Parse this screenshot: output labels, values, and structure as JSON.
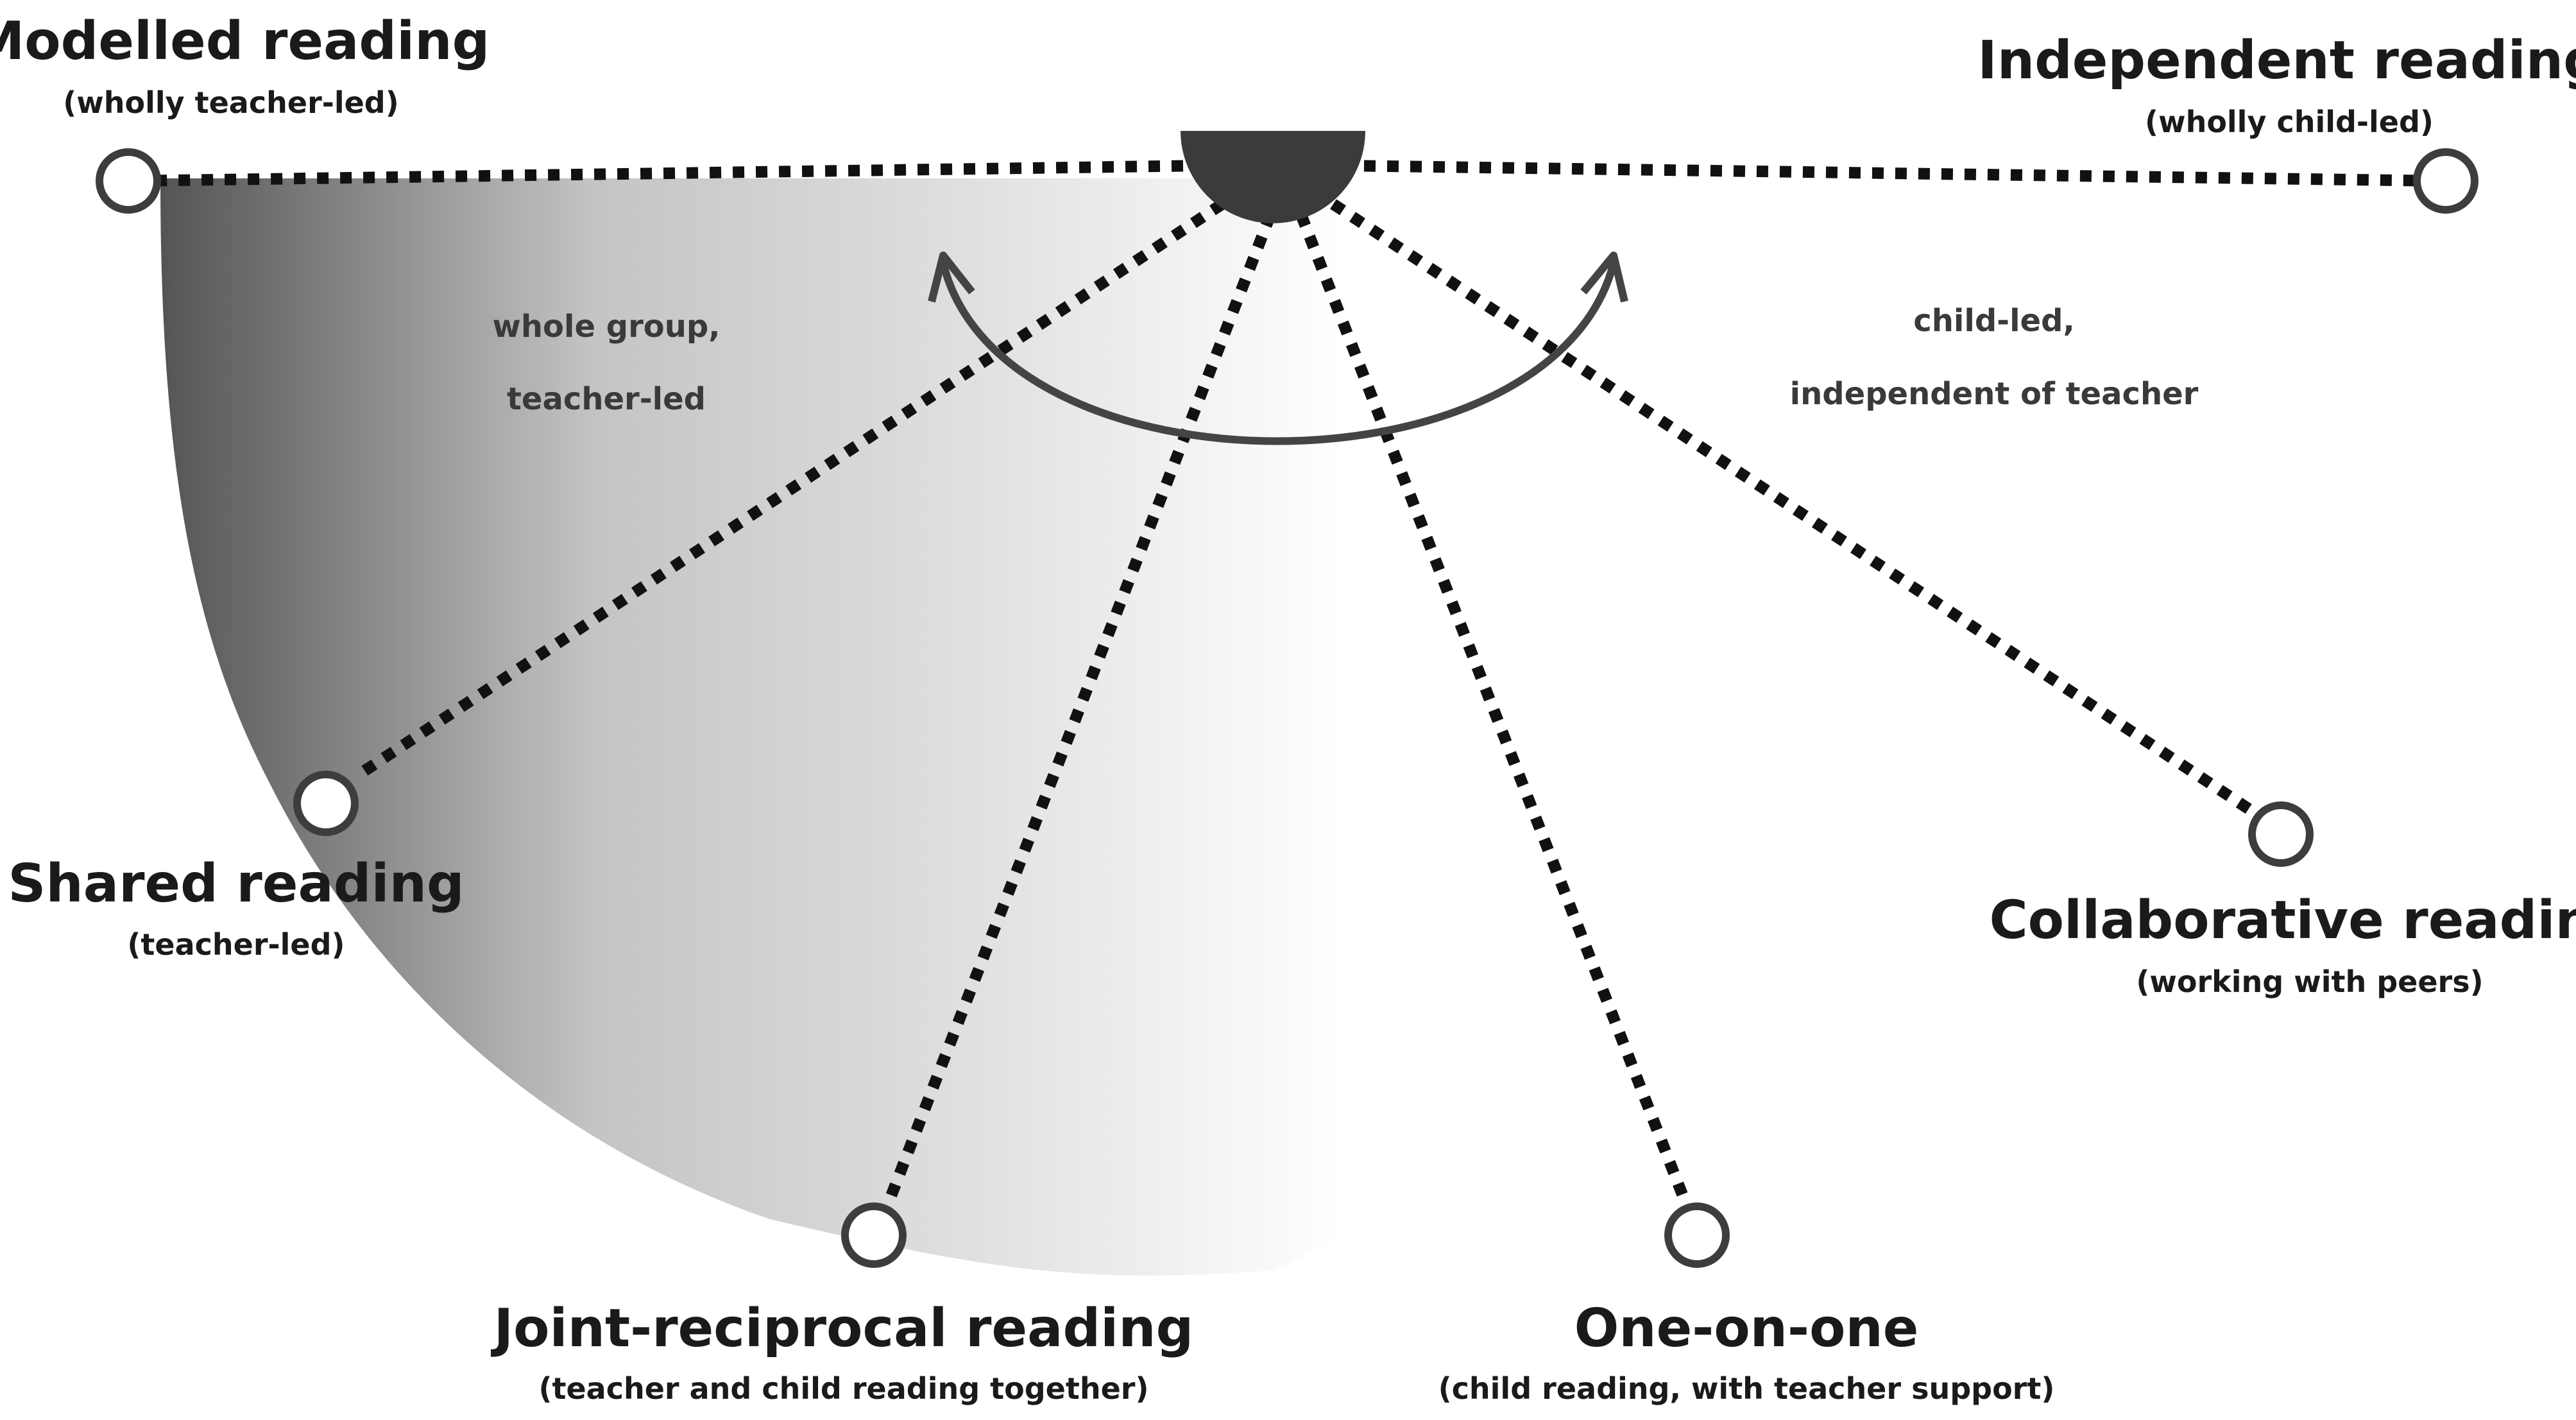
{
  "colors": {
    "fan_dark": "#545454",
    "fan_mid": "#c4c4c4",
    "fan_light": "#ffffff",
    "hub": "#3b3b3b",
    "arrow": "#444444",
    "lines": "#111111",
    "nodes": "#3d3d3d"
  },
  "nodes": {
    "modelled": {
      "title": "Modelled reading",
      "subtitle": "(wholly teacher-led)"
    },
    "shared": {
      "title": "Shared reading",
      "subtitle": "(teacher-led)"
    },
    "joint": {
      "title": "Joint-reciprocal reading",
      "subtitle": "(teacher and child reading together)"
    },
    "oneonone": {
      "title": "One-on-one",
      "subtitle": "(child reading, with teacher support)"
    },
    "collaborative": {
      "title": "Collaborative reading",
      "subtitle": "(working with peers)"
    },
    "independent": {
      "title": "Independent reading",
      "subtitle": "(wholly child-led)"
    }
  },
  "notes": {
    "left_line1": "whole group,",
    "left_line2": "teacher-led",
    "right_line1": "child-led,",
    "right_line2": "independent of teacher"
  },
  "icons": {
    "hub": "half-circle-hub",
    "arrow": "double-headed-curved-arrow",
    "nodes": "open-circle"
  }
}
